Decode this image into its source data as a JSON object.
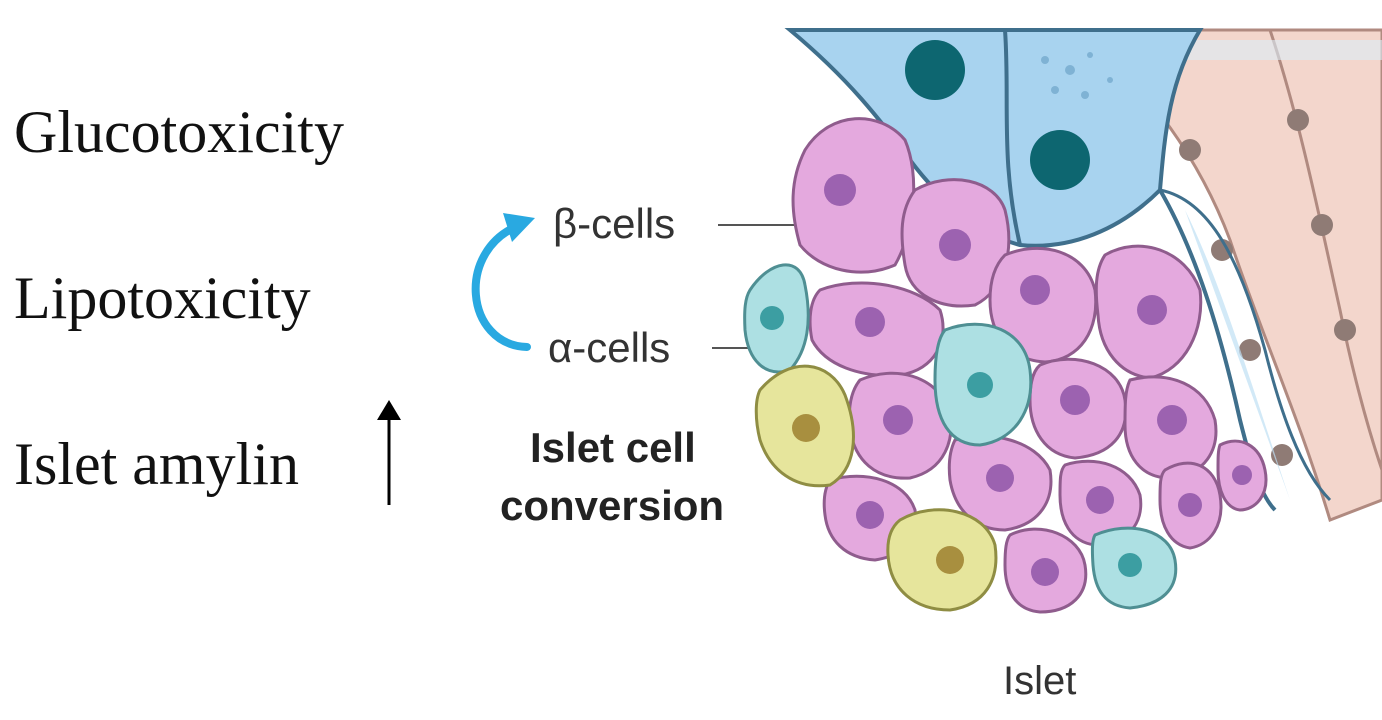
{
  "left_labels": {
    "glucotoxicity": "Glucotoxicity",
    "lipotoxicity": "Lipotoxicity",
    "amylin": "Islet amylin"
  },
  "cell_labels": {
    "beta": "β-cells",
    "alpha": "α-cells"
  },
  "conversion_title": {
    "line1": "Islet cell",
    "line2": "conversion"
  },
  "islet_caption": "Islet",
  "colors": {
    "beta_cell": "#e3a6dc",
    "alpha_cell": "#a9dde0",
    "yellow_cell": "#e3e39a",
    "duct_cell": "#9ccbe8",
    "acinar_cell": "#efc9bd",
    "arrow": "#29a9e1"
  }
}
